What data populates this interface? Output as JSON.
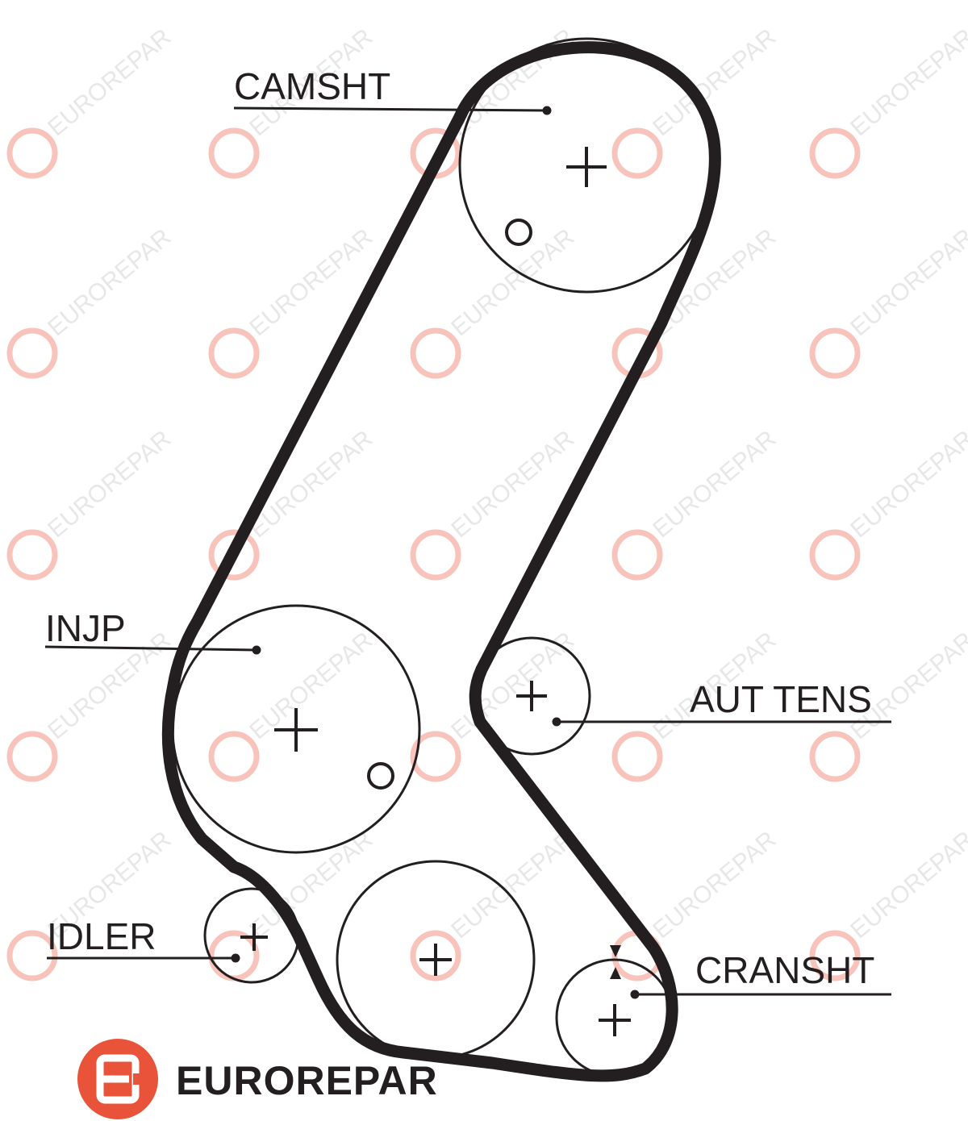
{
  "labels": {
    "camshaft": "CAMSHT",
    "injection_pump": "INJP",
    "auto_tensioner": "AUT TENS",
    "idler": "IDLER",
    "crankshaft": "CRANSHT"
  },
  "brand": {
    "name": "EUROREPAR",
    "accent_color": "#e8533a"
  },
  "watermark": {
    "text": "EUROREPAR"
  }
}
